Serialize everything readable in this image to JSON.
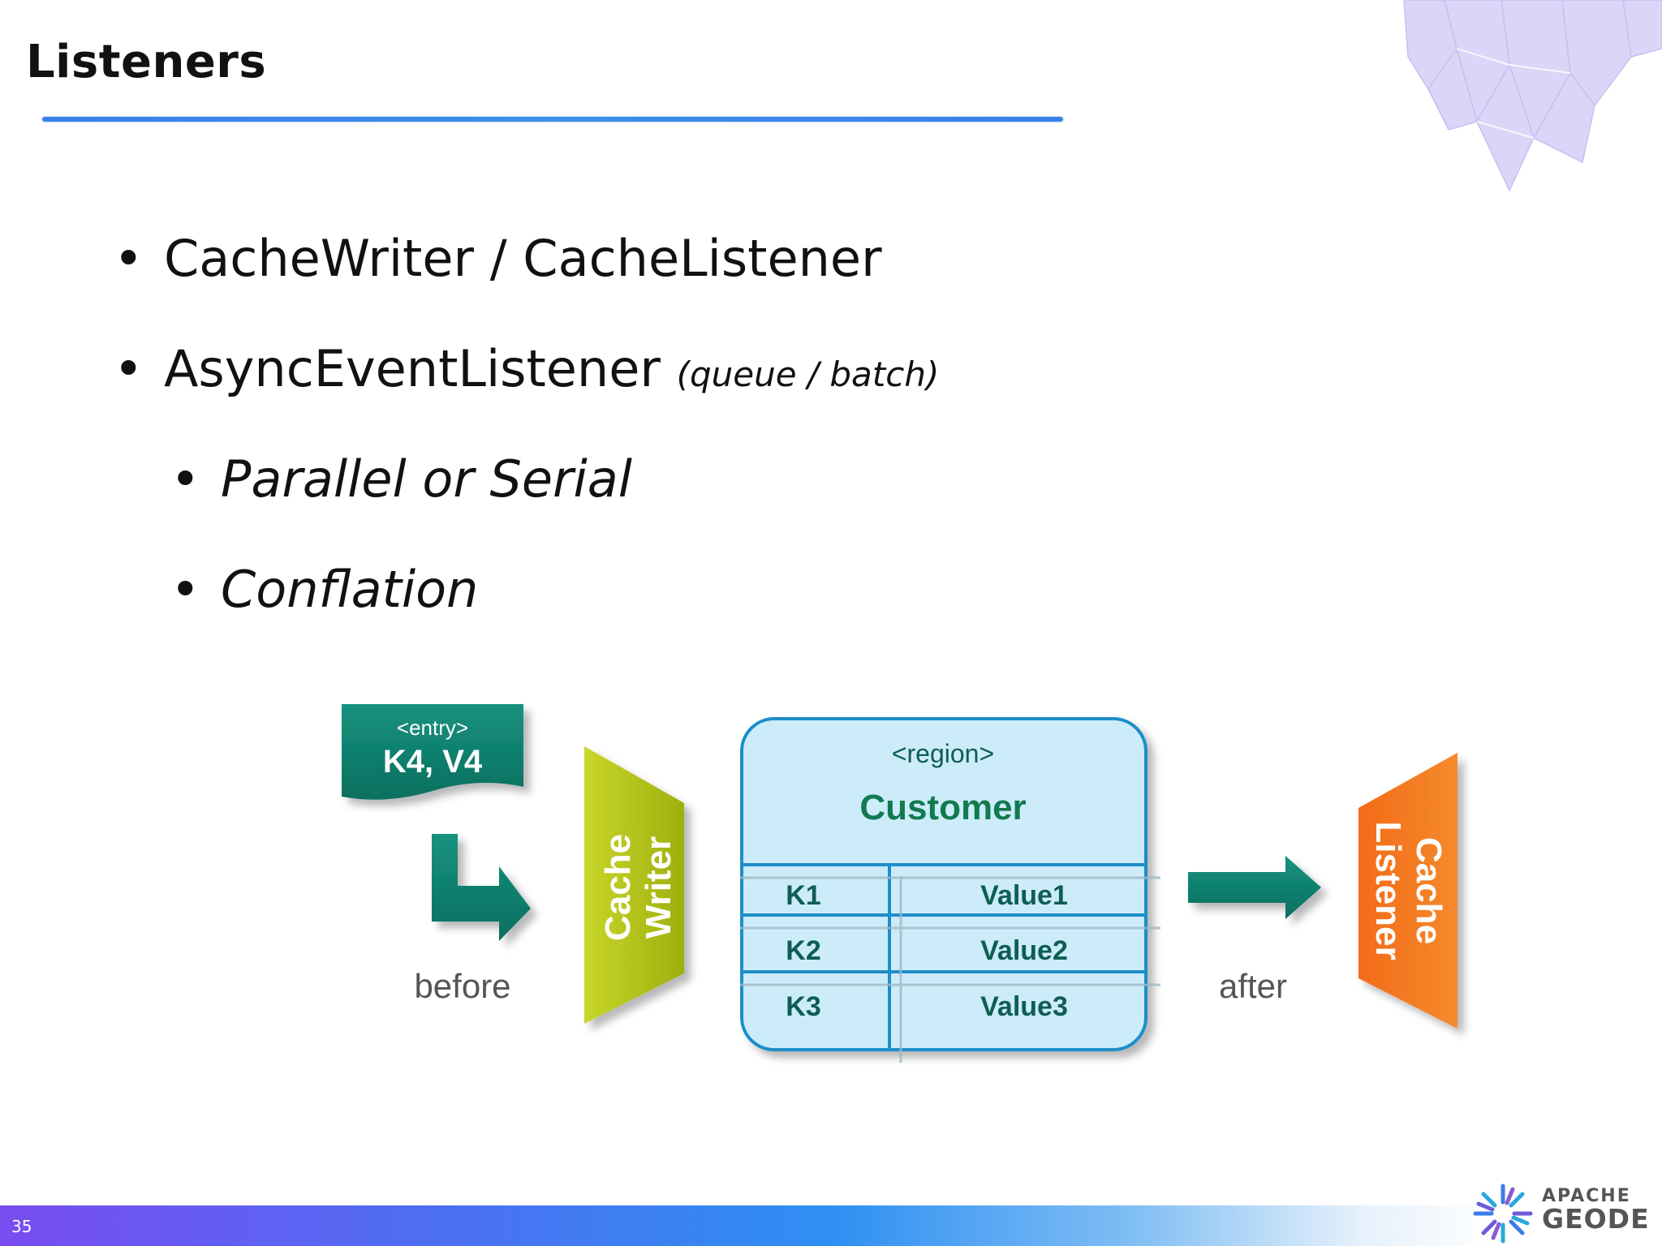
{
  "slide": {
    "title": "Listeners",
    "page_number": "35"
  },
  "bullets": [
    {
      "marker": "•",
      "text": "CacheWriter / CacheListener",
      "note": ""
    },
    {
      "marker": "•",
      "text": "AsyncEventListener",
      "note": "(queue / batch)"
    },
    {
      "marker": "•",
      "text": "Parallel or Serial",
      "note": ""
    },
    {
      "marker": "•",
      "text": "Conflation",
      "note": ""
    }
  ],
  "diagram": {
    "entry": {
      "tag": "<entry>",
      "value": "K4,  V4"
    },
    "before_label": "before",
    "after_label": "after",
    "cache_writer": {
      "line1": "Cache",
      "line2": "Writer"
    },
    "cache_listener": {
      "line1": "Cache",
      "line2": "Listener"
    },
    "region": {
      "tag": "<region>",
      "name": "Customer",
      "rows": [
        {
          "key": "K1",
          "value": "Value1"
        },
        {
          "key": "K2",
          "value": "Value2"
        },
        {
          "key": "K3",
          "value": "Value3"
        }
      ]
    },
    "colors": {
      "teal": "#0e7e6c",
      "writer_green": "#b5c41c",
      "listener_orange": "#f07020",
      "region_fill": "#ccecfa",
      "region_stroke": "#1d8ec9"
    }
  },
  "logo": {
    "line1": "APACHE",
    "line2": "GEODE"
  }
}
